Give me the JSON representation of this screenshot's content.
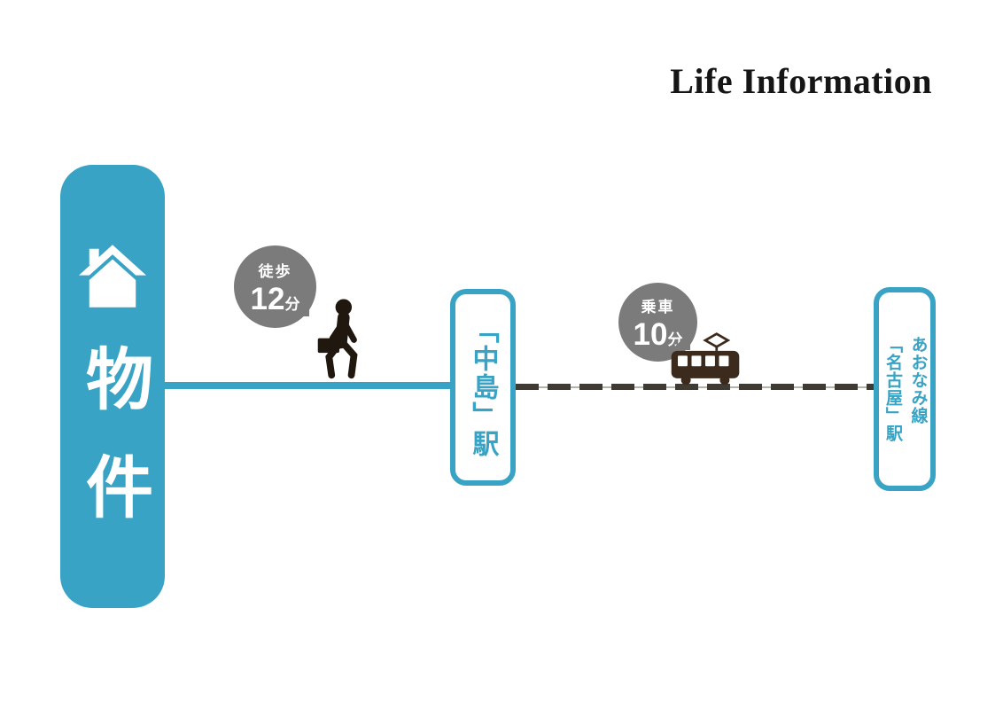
{
  "title": "Life Information",
  "colors": {
    "teal": "#38A3C4",
    "bubble_gray": "#7B7B7B",
    "rail_dark": "#3F3A32",
    "rail_light": "#B3B3AF",
    "person_dark": "#20170F",
    "train_brown": "#3C2B1C",
    "title_color": "#151515"
  },
  "property": {
    "label": "物件"
  },
  "walk": {
    "mode": "徒歩",
    "minutes": "12",
    "unit": "分"
  },
  "station_nakajima": {
    "name": "「中島」駅"
  },
  "ride": {
    "mode": "乗車",
    "minutes": "10",
    "unit": "分"
  },
  "station_nagoya": {
    "line": "あおなみ線",
    "name": "「名古屋」駅"
  },
  "icons": {
    "property": "house-icon",
    "walk": "walking-person-icon",
    "ride": "train-icon"
  }
}
